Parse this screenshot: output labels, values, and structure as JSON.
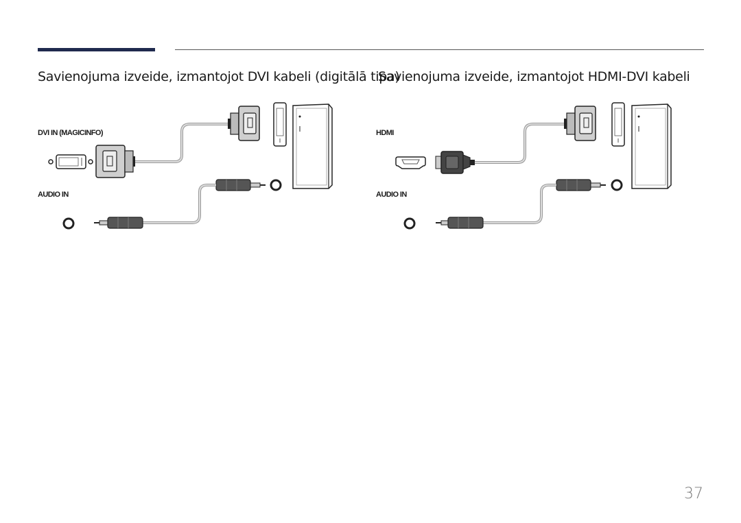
{
  "header": {
    "accent_color": "#1f2a4e"
  },
  "sections": [
    {
      "title": "Savienojuma izveide, izmantojot DVI kabeli (digitālā tipa)",
      "labels": {
        "video_port": "DVI IN (MAGICINFO)",
        "audio_port": "AUDIO IN"
      }
    },
    {
      "title": "Savienojuma izveide, izmantojot HDMI-DVI kabeli",
      "labels": {
        "video_port": "HDMI",
        "audio_port": "AUDIO IN"
      }
    }
  ],
  "footer": {
    "page_number": "37"
  }
}
